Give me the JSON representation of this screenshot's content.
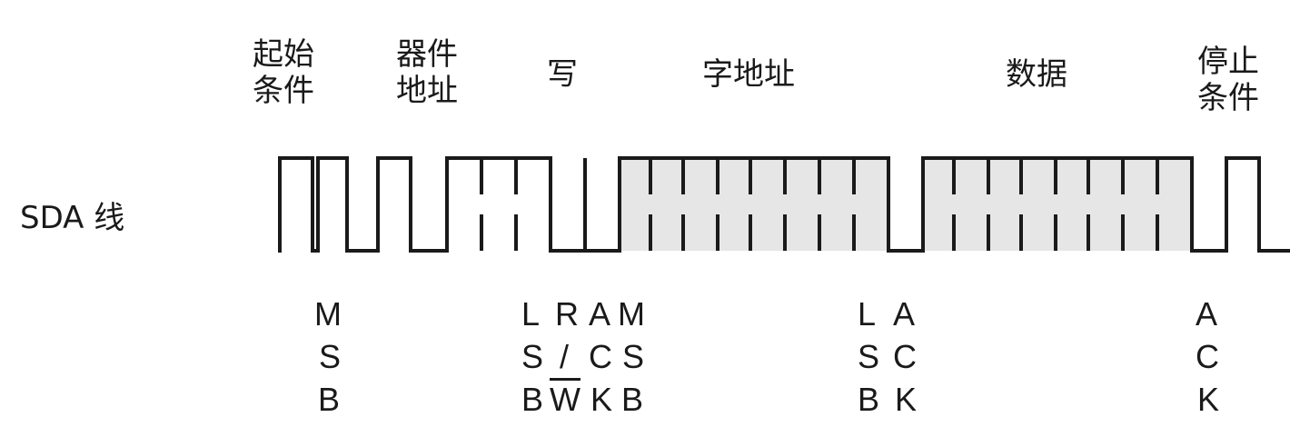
{
  "headers": {
    "start_line1": "起始",
    "start_line2": "条件",
    "device_line1": "器件",
    "device_line2": "地址",
    "write": "写",
    "word_address": "字地址",
    "data": "数据",
    "stop_line1": "停止",
    "stop_line2": "条件"
  },
  "line_label": "SDA 线",
  "bits": {
    "msb1": [
      "M",
      "S",
      "B"
    ],
    "lsb1": [
      "L",
      "S",
      "B"
    ],
    "rw": [
      "R",
      "/",
      "W"
    ],
    "ack1": [
      "A",
      "C",
      "K"
    ],
    "msb2": [
      "M",
      "S",
      "B"
    ],
    "lsb2": [
      "L",
      "S",
      "B"
    ],
    "ack2": [
      "A",
      "C",
      "K"
    ],
    "ack3": [
      "A",
      "C",
      "K"
    ]
  },
  "colors": {
    "line": "#1a1a1a",
    "fill": "#e6e6e6"
  }
}
